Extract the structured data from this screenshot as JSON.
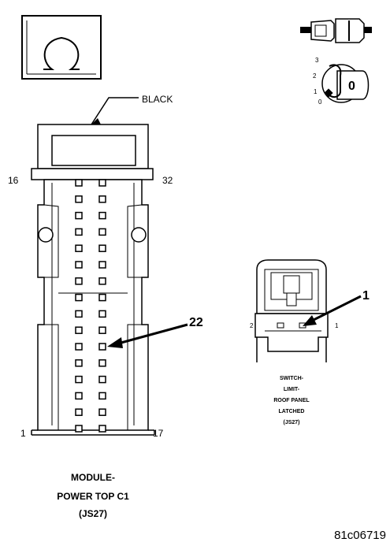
{
  "main_connector": {
    "color_label": "BLACK",
    "pin_top_left": "16",
    "pin_top_right": "32",
    "pin_bottom_left": "1",
    "pin_bottom_right": "17",
    "callout_pin": "22",
    "caption_line1": "MODULE-",
    "caption_line2": "POWER TOP C1",
    "caption_line3": "(JS27)"
  },
  "switch_connector": {
    "callout_pin": "1",
    "pin_left": "2",
    "pin_right": "1",
    "caption_line1": "SWITCH-",
    "caption_line2": "LIMIT-",
    "caption_line3": "ROOF PANEL",
    "caption_line4": "LATCHED",
    "caption_line5": "(JS27)"
  },
  "key_icon": {
    "positions": [
      "3",
      "2",
      "1",
      "0"
    ],
    "current": "0"
  },
  "figure_id": "81c06719"
}
